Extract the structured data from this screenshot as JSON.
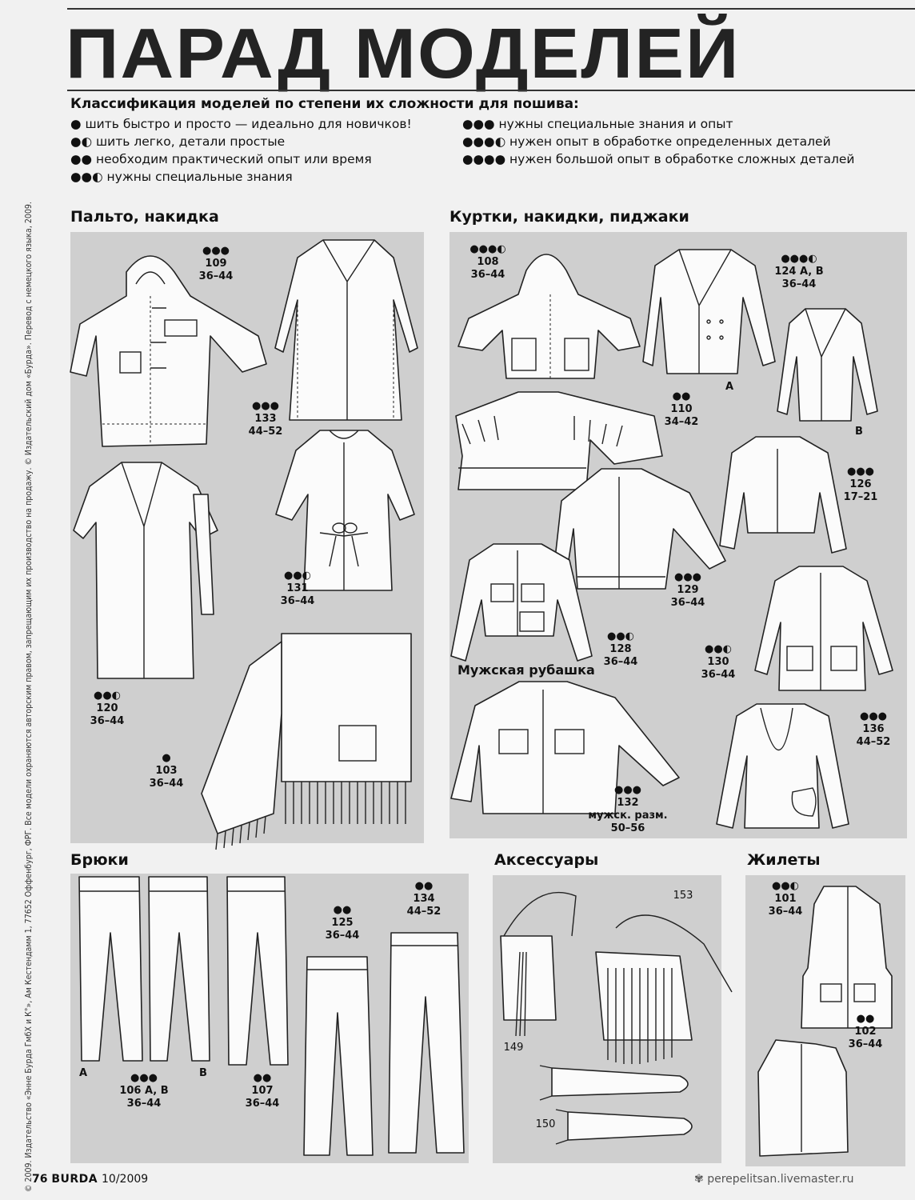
{
  "header": {
    "title": "ПАРАД МОДЕЛЕЙ"
  },
  "legend": {
    "heading": "Классификация моделей по степени их сложности для пошива:",
    "left": [
      {
        "dots": "●",
        "text": "шить быстро и просто — идеально для новичков!"
      },
      {
        "dots": "●◐",
        "text": "шить легко, детали простые"
      },
      {
        "dots": "●●",
        "text": "необходим практический опыт или время"
      },
      {
        "dots": "●●◐",
        "text": "нужны специальные знания"
      }
    ],
    "right": [
      {
        "dots": "●●●",
        "text": "нужны специальные знания и опыт"
      },
      {
        "dots": "●●●◐",
        "text": "нужен опыт в обработке определенных деталей"
      },
      {
        "dots": "●●●●",
        "text": "нужен большой опыт в обработке сложных деталей"
      }
    ]
  },
  "side_note": "© 2009. Издательство «Энне Бурда ГмбХ и К°», Ам Кестендамм 1, 77652 Оффенбург, ФРГ. Все модели охраняются авторским правом, запрещающим их производство на продажу. © Издательский дом «Бурда». Перевод с немецкого языка, 2009.",
  "sections": {
    "coats": "Пальто, накидка",
    "jackets": "Куртки, накидки, пиджаки",
    "shirt": "Мужская рубашка",
    "trousers": "Брюки",
    "accessories": "Аксессуары",
    "vests": "Жилеты"
  },
  "models": {
    "m109": {
      "dots": "●●●",
      "num": "109",
      "size": "36–44"
    },
    "m133": {
      "dots": "●●●",
      "num": "133",
      "size": "44–52"
    },
    "m131": {
      "dots": "●●◐",
      "num": "131",
      "size": "36–44"
    },
    "m120": {
      "dots": "●●◐",
      "num": "120",
      "size": "36–44"
    },
    "m103": {
      "dots": "●",
      "num": "103",
      "size": "36–44"
    },
    "m108": {
      "dots": "●●●◐",
      "num": "108",
      "size": "36–44"
    },
    "m124": {
      "dots": "●●●◐",
      "num": "124 A, B",
      "size": "36–44",
      "a": "A",
      "b": "B"
    },
    "m110": {
      "dots": "●●",
      "num": "110",
      "size": "34–42"
    },
    "m126": {
      "dots": "●●●",
      "num": "126",
      "size": "17–21"
    },
    "m129": {
      "dots": "●●●",
      "num": "129",
      "size": "36–44"
    },
    "m128": {
      "dots": "●●◐",
      "num": "128",
      "size": "36–44"
    },
    "m130": {
      "dots": "●●◐",
      "num": "130",
      "size": "36–44"
    },
    "m132": {
      "dots": "●●●",
      "num": "132",
      "size": "мужск. разм.",
      "size2": "50–56"
    },
    "m136": {
      "dots": "●●●",
      "num": "136",
      "size": "44–52"
    },
    "m106": {
      "dots": "●●●",
      "num": "106 A, B",
      "size": "36–44",
      "a": "A",
      "b": "B"
    },
    "m107": {
      "dots": "●●",
      "num": "107",
      "size": "36–44"
    },
    "m125": {
      "dots": "●●",
      "num": "125",
      "size": "36–44"
    },
    "m134": {
      "dots": "●●",
      "num": "134",
      "size": "44–52"
    },
    "m153": {
      "num": "153"
    },
    "m149": {
      "num": "149"
    },
    "m150": {
      "num": "150"
    },
    "m101": {
      "dots": "●●◐",
      "num": "101",
      "size": "36–44"
    },
    "m102": {
      "dots": "●●",
      "num": "102",
      "size": "36–44"
    }
  },
  "footer": {
    "page": "76",
    "brand": "BURDA",
    "issue": "10/2009",
    "watermark": "perepelitsan.livemaster.ru"
  }
}
